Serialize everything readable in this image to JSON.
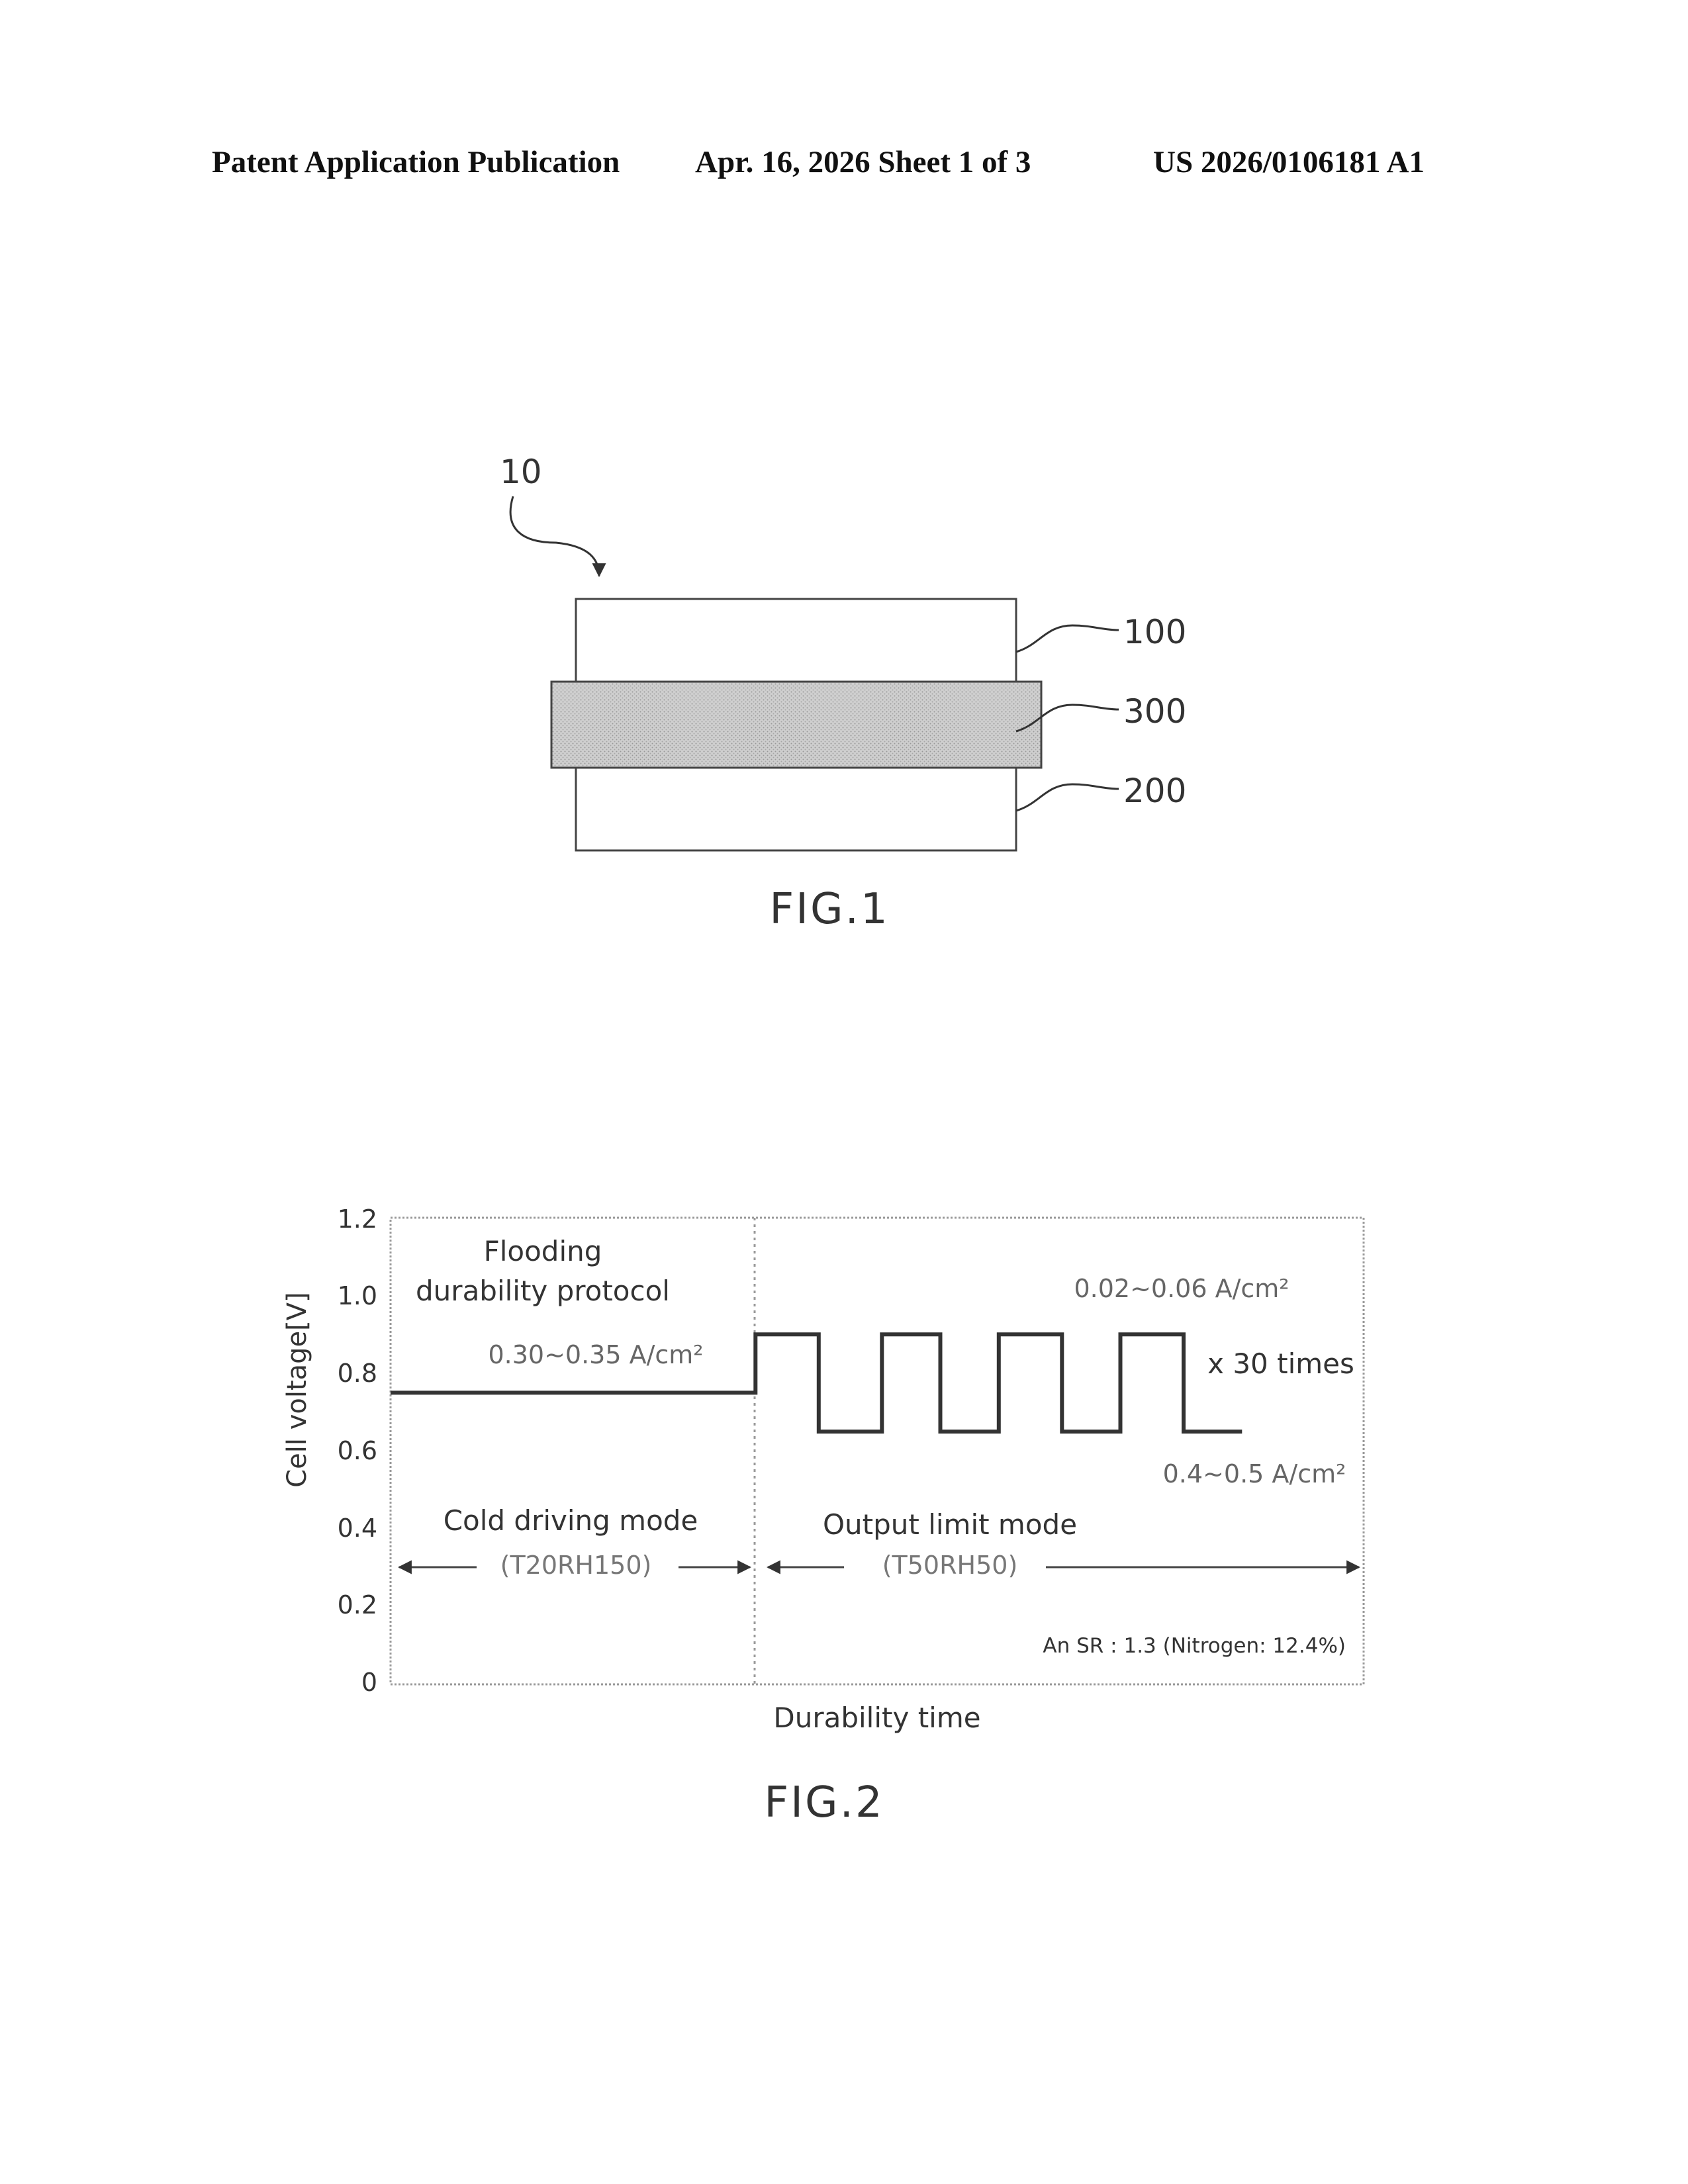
{
  "header": {
    "publication": "Patent Application Publication",
    "date_sheet": "Apr. 16, 2026  Sheet 1 of 3",
    "pub_number": "US 2026/0106181 A1"
  },
  "fig1": {
    "ref_device": "10",
    "ref_top": "100",
    "ref_middle": "300",
    "ref_bottom": "200",
    "caption": "FIG.1"
  },
  "fig2": {
    "caption": "FIG.2",
    "y_axis_label": "Cell voltage[V]",
    "x_axis_label": "Durability time",
    "y_ticks": [
      "1.2",
      "1.0",
      "0.8",
      "0.6",
      "0.4",
      "0.2",
      "0"
    ],
    "protocol_title_line1": "Flooding",
    "protocol_title_line2": "durability protocol",
    "cold_current": "0.30~0.35 A/cm²",
    "high_current": "0.02~0.06 A/cm²",
    "repeat": "x 30 times",
    "low_current": "0.4~0.5 A/cm²",
    "cold_mode": "Cold driving mode",
    "cold_condition": "(T20RH150)",
    "output_mode": "Output limit mode",
    "output_condition": "(T50RH50)",
    "note": "An SR : 1.3 (Nitrogen: 12.4%)"
  },
  "chart_data": {
    "type": "line",
    "xlabel": "Durability time",
    "ylabel": "Cell voltage[V]",
    "ylim": [
      0,
      1.2
    ],
    "y_ticks": [
      0,
      0.2,
      0.4,
      0.6,
      0.8,
      1.0,
      1.2
    ],
    "grid": false,
    "series": [
      {
        "points": [
          [
            0.0,
            0.75
          ],
          [
            0.375,
            0.75
          ],
          [
            0.375,
            0.9
          ],
          [
            0.44,
            0.9
          ],
          [
            0.44,
            0.65
          ],
          [
            0.505,
            0.65
          ],
          [
            0.505,
            0.9
          ],
          [
            0.565,
            0.9
          ],
          [
            0.565,
            0.65
          ],
          [
            0.625,
            0.65
          ],
          [
            0.625,
            0.9
          ],
          [
            0.69,
            0.9
          ],
          [
            0.69,
            0.65
          ],
          [
            0.75,
            0.65
          ],
          [
            0.75,
            0.9
          ],
          [
            0.815,
            0.9
          ],
          [
            0.815,
            0.65
          ],
          [
            0.875,
            0.65
          ]
        ]
      }
    ],
    "annotations": [
      "Flooding durability protocol",
      "0.30~0.35 A/cm²",
      "0.02~0.06 A/cm²",
      "x 30 times",
      "0.4~0.5 A/cm²",
      "Cold driving mode (T20RH150)",
      "Output limit mode (T50RH50)",
      "An SR : 1.3 (Nitrogen: 12.4%)"
    ]
  }
}
